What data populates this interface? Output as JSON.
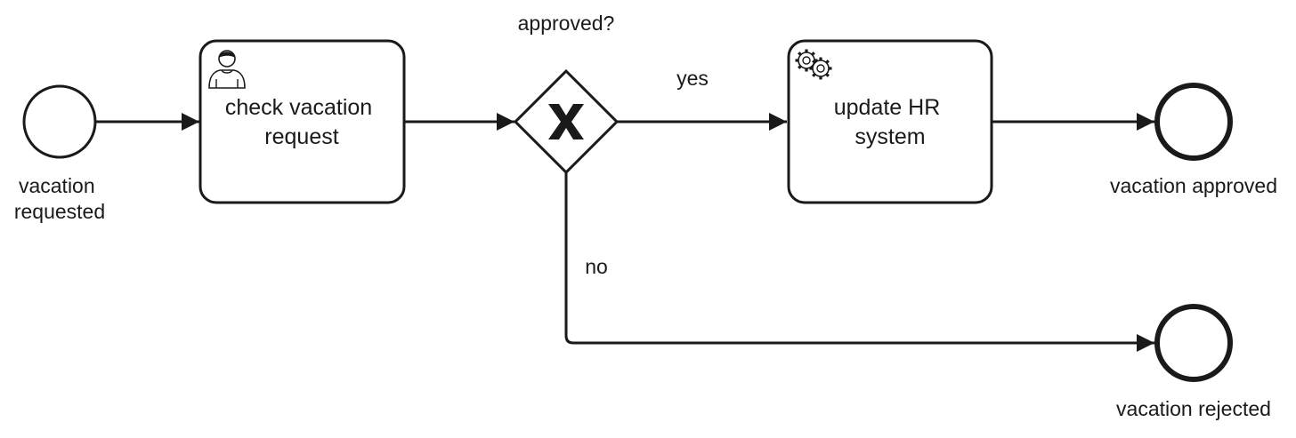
{
  "diagram": {
    "events": {
      "start": {
        "label_lines": [
          "vacation",
          "requested"
        ]
      },
      "end_approved": {
        "label_lines": [
          "vacation approved"
        ]
      },
      "end_rejected": {
        "label_lines": [
          "vacation rejected"
        ]
      }
    },
    "tasks": {
      "check_request": {
        "label_lines": [
          "check vacation",
          "request"
        ],
        "icon": "user-icon"
      },
      "update_hr": {
        "label_lines": [
          "update HR",
          "system"
        ],
        "icon": "gear-icon"
      }
    },
    "gateway": {
      "label": "approved?",
      "marker": "X",
      "icon": "exclusive-gateway-icon"
    },
    "flows": {
      "yes_label": "yes",
      "no_label": "no"
    }
  }
}
